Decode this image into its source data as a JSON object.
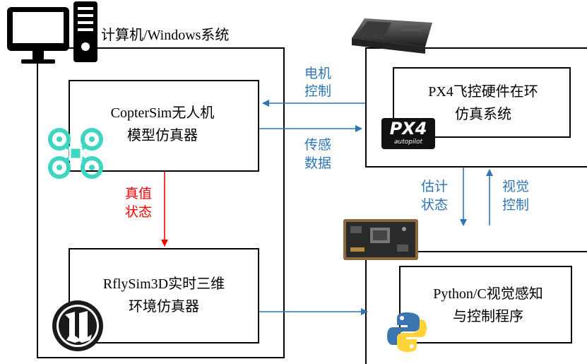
{
  "system_label": "计算机/Windows系统",
  "copter": {
    "line1": "CopterSim无人机",
    "line2": "模型仿真器"
  },
  "rfly": {
    "line1": "RflySim3D实时三维",
    "line2": "环境仿真器"
  },
  "px4": {
    "line1": "PX4飞控硬件在环",
    "line2": "仿真系统",
    "logo_text": "PX4",
    "logo_sub": "autopilot"
  },
  "python": {
    "line1": "Python/C视觉感知",
    "line2": "与控制程序"
  },
  "arrows": {
    "motor_control": [
      "电机",
      "控制"
    ],
    "sensor_data": [
      "传感",
      "数据"
    ],
    "true_state": [
      "真值",
      "状态"
    ],
    "est_state": [
      "估计",
      "状态"
    ],
    "vision_control": [
      "视觉",
      "控制"
    ]
  },
  "colors": {
    "blue": "#2e75b6",
    "red": "#ff0000",
    "drone": "#3ed6c0"
  },
  "icons": [
    "computer-icon",
    "drone-icon",
    "unreal-engine-icon",
    "px4-board-image",
    "jetson-board-image",
    "python-icon"
  ]
}
